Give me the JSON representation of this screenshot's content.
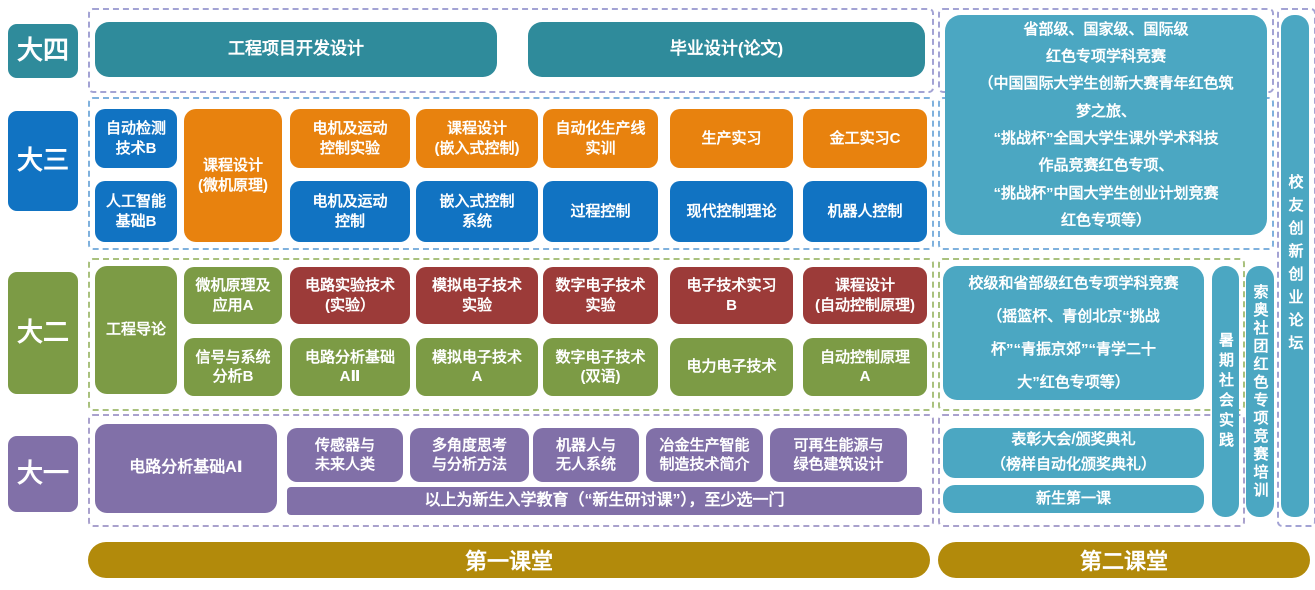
{
  "colors": {
    "teal": "#2f8b9b",
    "teal2": "#4ba7c2",
    "blue": "#1173c2",
    "orange": "#e8820e",
    "olive": "#7c9b45",
    "red": "#9c3b39",
    "purple": "#8170a8",
    "gold": "#b28a0b",
    "dash4": "#a3a3d4",
    "dash3": "#7fb1dd",
    "dash2": "#a9c17e",
    "dash1": "#a9a1cd"
  },
  "year_labels": {
    "y4": "大四",
    "y3": "大三",
    "y2": "大二",
    "y1": "大一"
  },
  "first_classroom": {
    "y4": {
      "box1": "工程项目开发设计",
      "box2": "毕业设计(论文)"
    },
    "y3": {
      "tall": "课程设计\n(微机原理)",
      "top": [
        "自动检测\n技术B",
        "电机及运动\n控制实验",
        "课程设计\n(嵌入式控制)",
        "自动化生产线\n实训",
        "生产实习",
        "金工实习C"
      ],
      "bottom": [
        "人工智能\n基础B",
        "电机及运动\n控制",
        "嵌入式控制\n系统",
        "过程控制",
        "现代控制理论",
        "机器人控制"
      ]
    },
    "y2": {
      "tall": "工程导论",
      "top": [
        "微机原理及\n应用A",
        "电路实验技术\n(实验）",
        "模拟电子技术\n实验",
        "数字电子技术\n实验",
        "电子技术实习\nB",
        "课程设计\n(自动控制原理)"
      ],
      "bottom": [
        "信号与系统\n分析B",
        "电路分析基础\nAⅡ",
        "模拟电子技术\nA",
        "数字电子技术\n(双语)",
        "电力电子技术",
        "自动控制原理\nA"
      ]
    },
    "y1": {
      "big": "电路分析基础AⅠ",
      "seminars": [
        "传感器与\n未来人类",
        "多角度思考\n与分析方法",
        "机器人与\n无人系统",
        "冶金生产智能\n制造技术简介",
        "可再生能源与\n绿色建筑设计"
      ],
      "note": "以上为新生入学教育（“新生研讨课”），至少选一门"
    }
  },
  "second_classroom": {
    "competitions_senior": "省部级、国家级、国际级\n红色专项学科竞赛\n（中国国际大学生创新大赛青年红色筑\n梦之旅、\n“挑战杯”全国大学生课外学术科技\n作品竞赛红色专项、\n“挑战杯”中国大学生创业计划竞赛\n红色专项等）",
    "competitions_junior": "校级和省部级红色专项学科竞赛\n（摇篮杯、青创北京“挑战\n杯”“青振京郊”“青学二十\n大”红色专项等）",
    "awards": "表彰大会/颁奖典礼\n（榜样自动化颁奖典礼）",
    "first_lesson": "新生第一课",
    "summer_practice": "暑期社会实践",
    "suoao_training": "索奥社团红色专项竞赛培训",
    "alumni_forum": "校友创新创业论坛"
  },
  "banners": {
    "first": "第一课堂",
    "second": "第二课堂"
  }
}
